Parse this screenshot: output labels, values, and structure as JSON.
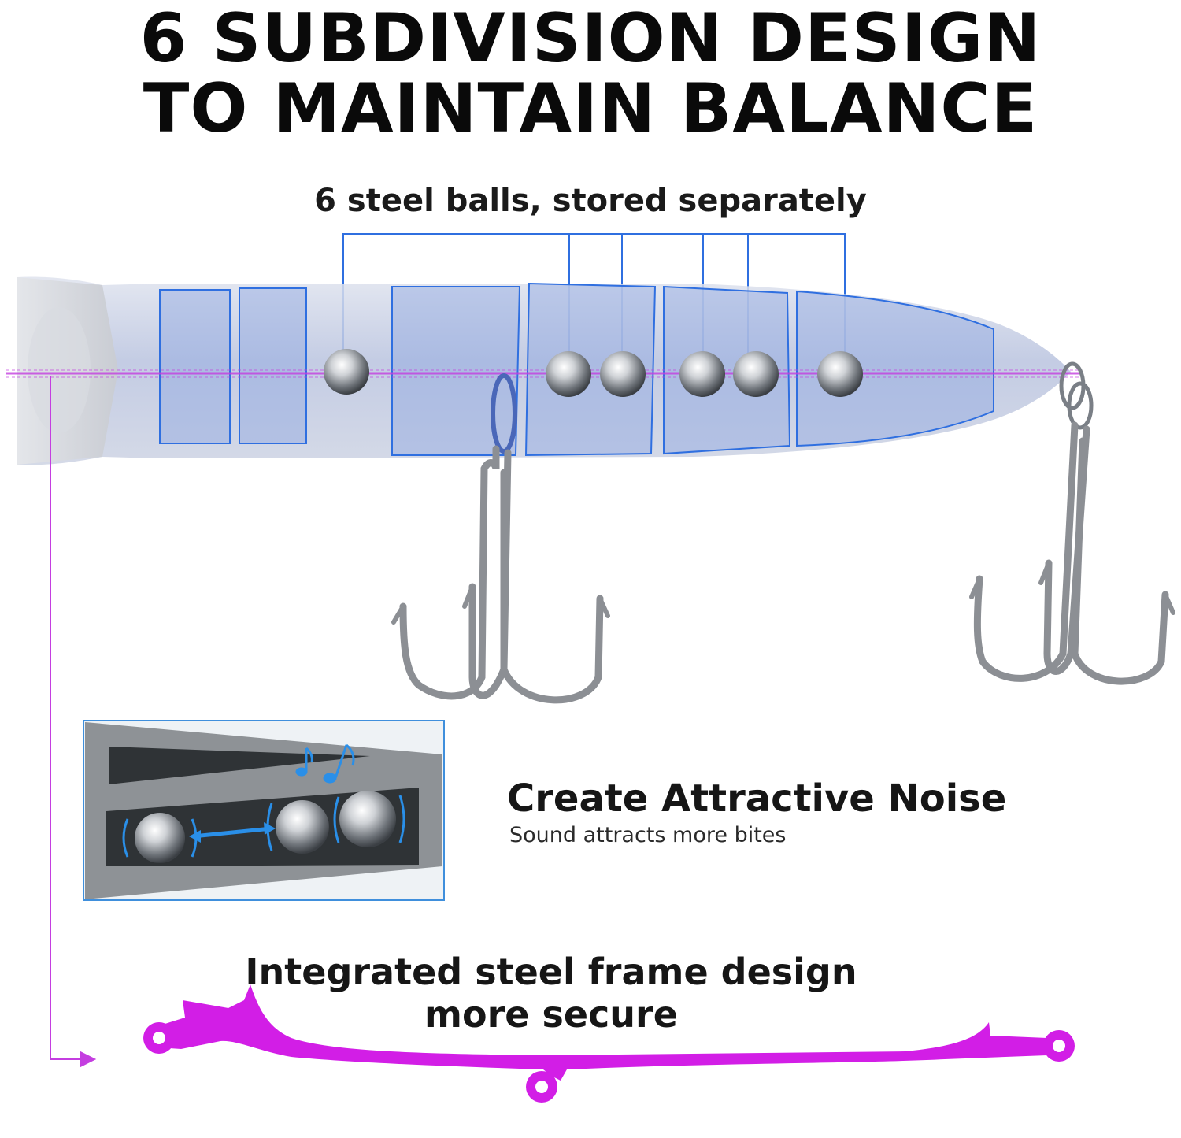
{
  "headline": {
    "line1": "6 SUBDIVISION DESIGN",
    "line2": "TO MAINTAIN BALANCE"
  },
  "callout": {
    "steel_balls": "6 steel balls, stored separately"
  },
  "noise": {
    "title": "Create Attractive Noise",
    "subtitle": "Sound attracts more bites"
  },
  "frame": {
    "line1": "Integrated steel frame design",
    "line2": "more secure"
  },
  "colors": {
    "frame": "#d21ee6",
    "segment_outline": "#2f6fe0",
    "body": "#aab8dc",
    "hook": "#8c8f94"
  },
  "icons": [
    "music-note-icon",
    "arrow-right-icon"
  ]
}
